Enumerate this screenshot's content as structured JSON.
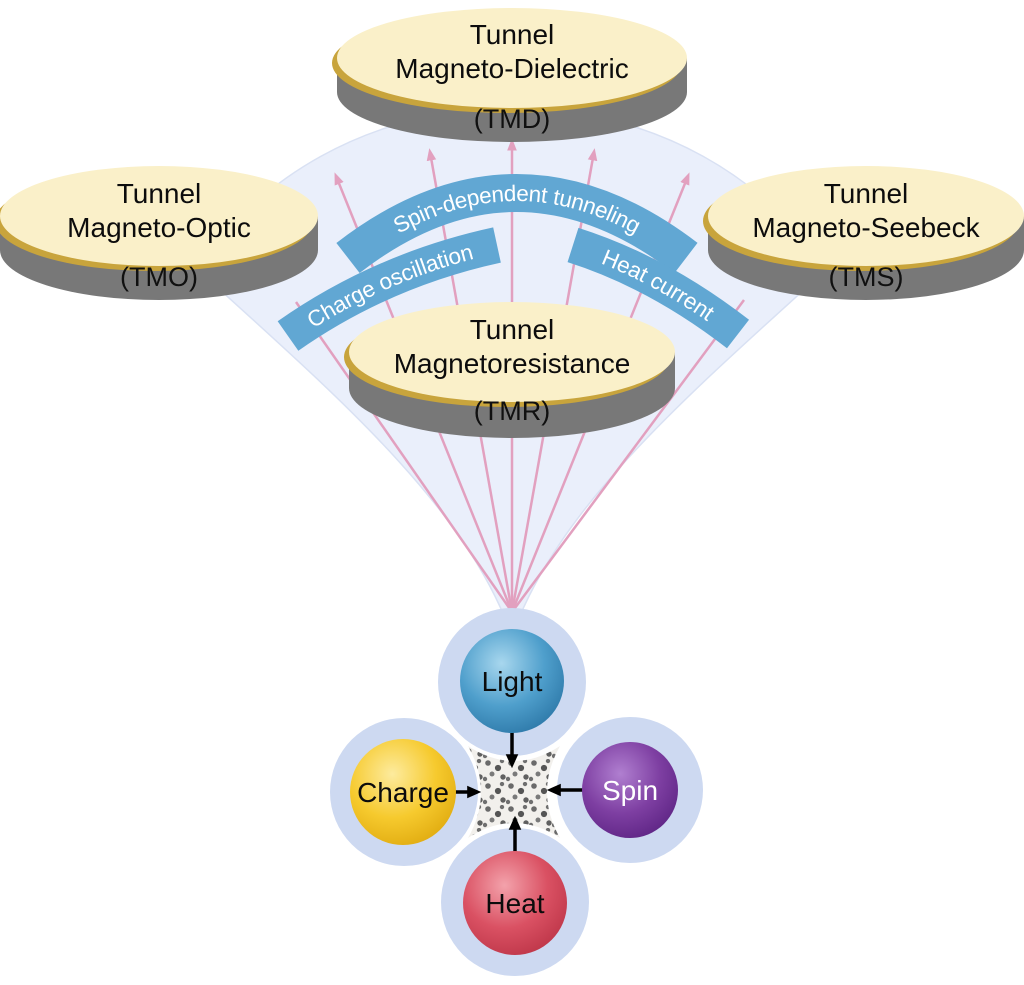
{
  "disks": {
    "tmd": {
      "line1": "Tunnel",
      "line2": "Magneto-Dielectric",
      "abbr": "(TMD)"
    },
    "tmo": {
      "line1": "Tunnel",
      "line2": "Magneto-Optic",
      "abbr": "(TMO)"
    },
    "tms": {
      "line1": "Tunnel",
      "line2": "Magneto-Seebeck",
      "abbr": "(TMS)"
    },
    "tmr": {
      "line1": "Tunnel",
      "line2": "Magnetoresistance",
      "abbr": "(TMR)"
    }
  },
  "ribbons": {
    "spin_dependent_tunneling": "Spin-dependent tunneling",
    "charge_oscillation": "Charge oscillation",
    "heat_current": "Heat current"
  },
  "nodes": {
    "light": "Light",
    "charge": "Charge",
    "spin": "Spin",
    "heat": "Heat"
  },
  "colors": {
    "disk_top": "#FAF0C9",
    "disk_rim": "#C8A43C",
    "disk_side": "#787878",
    "ribbon": "#61A7D3",
    "funnel_fill": "#EAEFFB",
    "funnel_edge": "#D9E1F3",
    "arrow_pink": "#E2A0BF",
    "halo": "#CDD9F1",
    "node_light": "#3E96C5",
    "node_charge": "#F3C52D",
    "node_spin": "#7B3E9B",
    "node_heat": "#D6475A",
    "arrow_black": "#000000"
  }
}
